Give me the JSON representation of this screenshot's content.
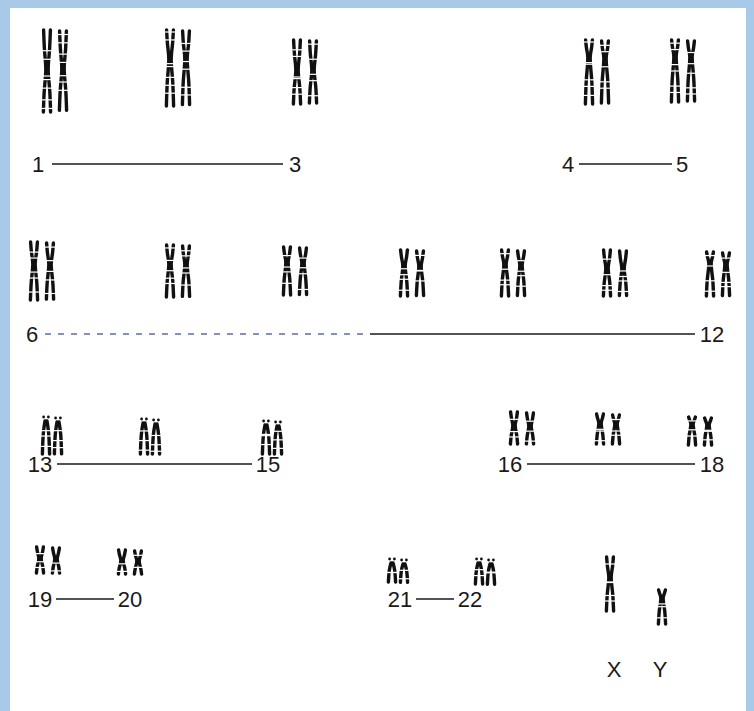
{
  "diagram": {
    "labels": [
      "1",
      "3",
      "4",
      "5",
      "6",
      "12",
      "13",
      "15",
      "16",
      "18",
      "19",
      "20",
      "21",
      "22",
      "X",
      "Y"
    ]
  }
}
